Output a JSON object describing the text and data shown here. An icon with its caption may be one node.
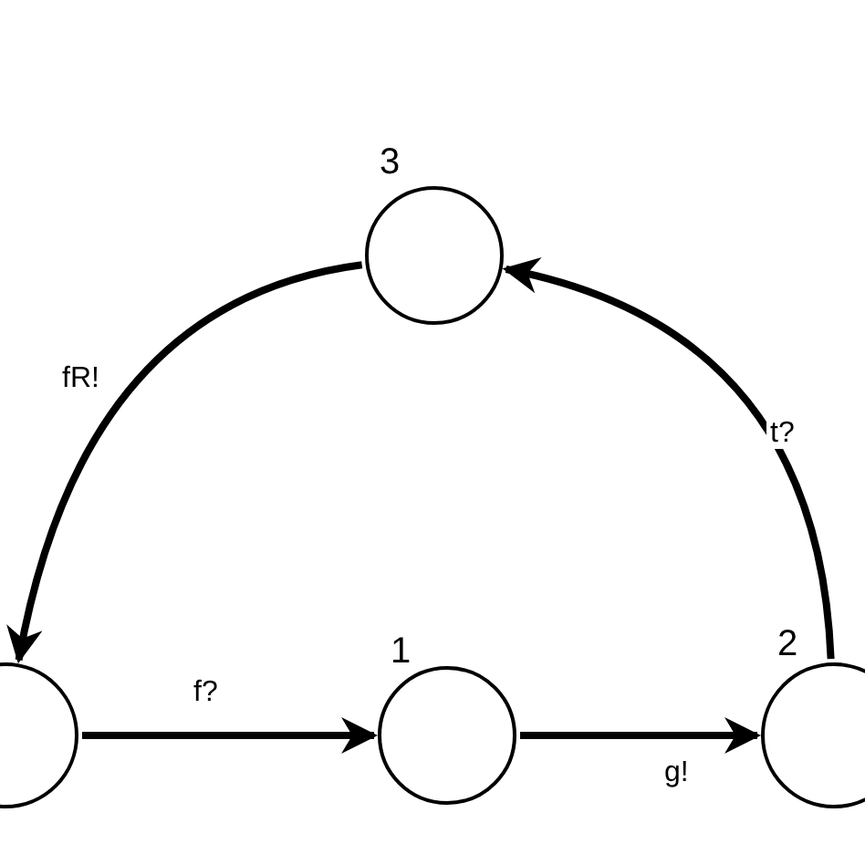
{
  "diagram": {
    "nodes": [
      {
        "text": [
          "3"
        ]
      },
      {
        "text": [],
        "shape": "circle"
      },
      {
        "text": [
          "1"
        ]
      },
      {
        "text": [
          "2"
        ]
      }
    ],
    "edges": [
      {
        "from": 0,
        "to": 1,
        "arrow": "to",
        "label": "fR!"
      },
      {
        "from": 1,
        "to": 2,
        "arrow": "to",
        "label": "f?"
      },
      {
        "from": 2,
        "to": 3,
        "arrow": "to",
        "label": "g!"
      },
      {
        "from": 3,
        "to": 0,
        "arrow": "to",
        "label": "t?"
      }
    ]
  }
}
